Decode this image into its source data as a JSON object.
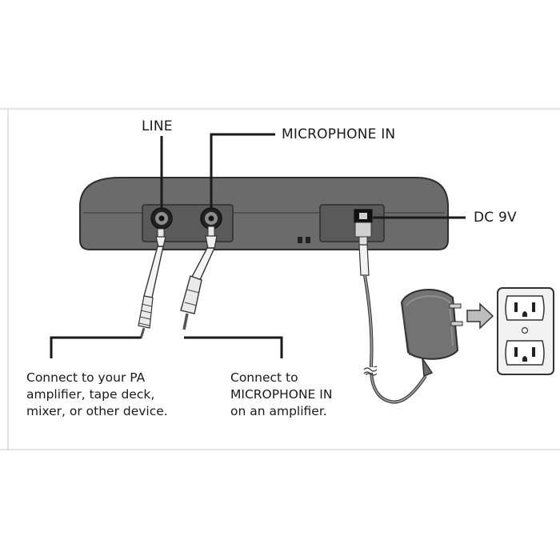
{
  "labels": {
    "line": "LINE",
    "microphone_in": "MICROPHONE IN",
    "dc": "DC 9V"
  },
  "captions": {
    "line_jack": [
      "Connect to your PA",
      "amplifier, tape deck,",
      "mixer, or other device."
    ],
    "mic_jack": [
      "Connect to",
      "MICROPHONE IN",
      "on an amplifier."
    ]
  },
  "colors": {
    "device_body": "#6b6b6b",
    "device_panel": "#5a5a5a",
    "line_stroke": "#1a1a1a",
    "cable": "#9a9a9a",
    "outlet_plate": "#f2f2f2",
    "arrow_fill": "#bdbdbd"
  }
}
